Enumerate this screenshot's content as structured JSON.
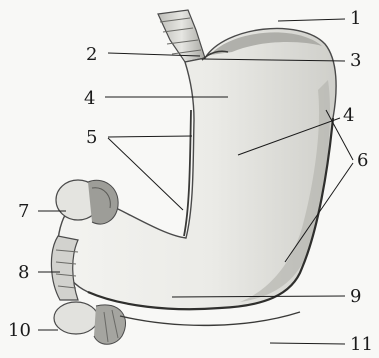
{
  "labels": [
    "1",
    "2",
    "3",
    "4",
    "4",
    "5",
    "6",
    "7",
    "8",
    "9",
    "10",
    "11"
  ],
  "colors": {
    "ink": "#1a1a1a",
    "organ_fill": "#ececea",
    "organ_shade": "#c9c9c4",
    "outline": "#4a4a4a",
    "background": "#f8f8f6"
  }
}
